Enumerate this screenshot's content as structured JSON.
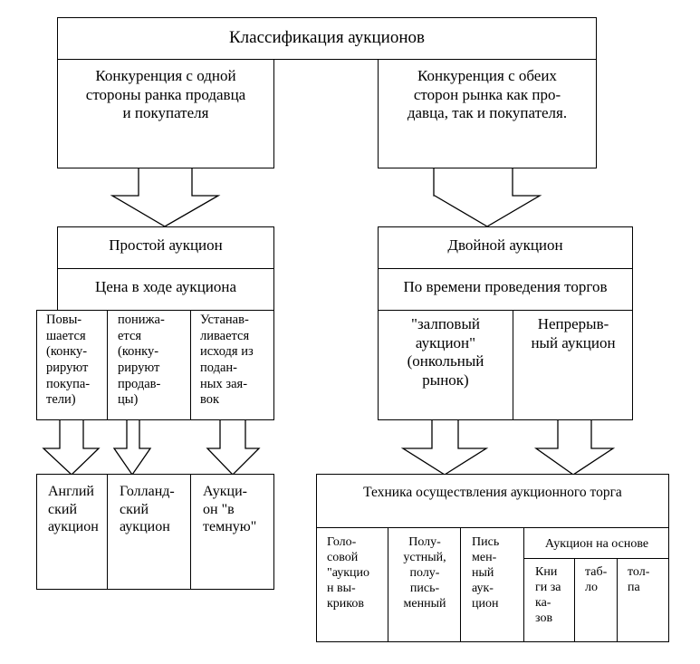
{
  "title": "Классификация аукционов",
  "left_branch": {
    "header": "Конкуренция с одной\nстороны ранка продавца\nи покупателя",
    "type": "Простой аукцион",
    "criterion": "Цена в ходе аукциона",
    "columns": [
      "Повы-\nшается\n(конку-\nрируют\nпокупа-\nтели)",
      "понижа-\nется\n(конку-\nрируют\nпродав-\nцы)",
      "Устанав-\nливается\nисходя из\nподан-\nных зая-\nвок"
    ],
    "results": [
      "Англий\nский\nаукцион",
      "Голланд-\nский\nаукцион",
      "Аукци-\nон \"в\nтемную\""
    ]
  },
  "right_branch": {
    "header": "Конкуренция с обеих\nсторон рынка как про-\nдавца, так и покупателя.",
    "type": "Двойной аукцион",
    "criterion": "По времени проведения торгов",
    "columns": [
      "\"залповый\nаукцион\"\n(онкольный\nрынок)",
      "Непрерыв-\nный аукцион"
    ],
    "technique": {
      "title": "Техника осуществления аукционного торга",
      "cells": [
        "Голо-\nсовой\n\"аукцио\nн вы-\nкриков",
        "Полу-\nустный,\nполу-\nпись-\nменный",
        "Пись\nмен-\nный\nаук-\nцион"
      ],
      "based_on": {
        "title": "Аукцион на основе",
        "items": [
          "Кни\nги за\nка-\nзов",
          "таб-\nло",
          "тол-\nпа"
        ]
      }
    }
  }
}
